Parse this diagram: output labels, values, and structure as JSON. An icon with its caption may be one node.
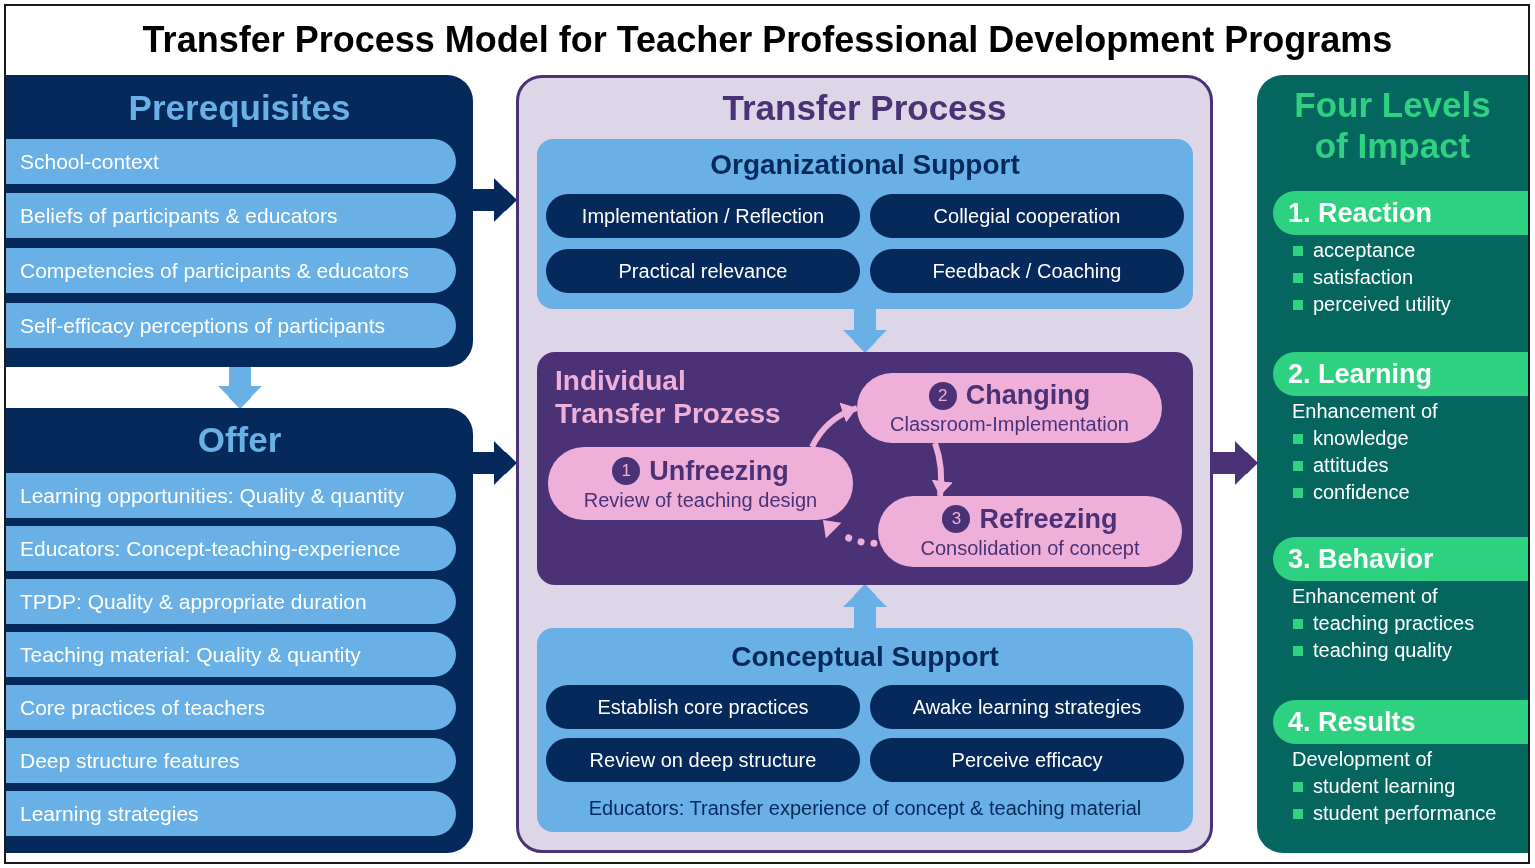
{
  "diagram": {
    "title": "Transfer Process Model for Teacher Professional Development Programs",
    "nodes": [
      {
        "text": [
          "Prerequisites"
        ]
      },
      {
        "text": [
          "School-context"
        ],
        "in": 0
      },
      {
        "text": [
          "Beliefs of participants & educators"
        ],
        "in": 0
      },
      {
        "text": [
          "Competencies of participants & educators"
        ],
        "in": 0
      },
      {
        "text": [
          "Self-efficacy perceptions of participants"
        ],
        "in": 0
      },
      {
        "text": [
          "Offer"
        ]
      },
      {
        "text": [
          "Learning opportunities: Quality & quantity"
        ],
        "in": 5
      },
      {
        "text": [
          "Educators: Concept-teaching-experience"
        ],
        "in": 5
      },
      {
        "text": [
          "TPDP: Quality & appropriate duration"
        ],
        "in": 5
      },
      {
        "text": [
          "Teaching material: Quality & quantity"
        ],
        "in": 5
      },
      {
        "text": [
          "Core practices of teachers"
        ],
        "in": 5
      },
      {
        "text": [
          "Deep structure features"
        ],
        "in": 5
      },
      {
        "text": [
          "Learning strategies"
        ],
        "in": 5
      },
      {
        "text": [
          "Transfer Process"
        ]
      },
      {
        "text": [
          "Organizational Support"
        ],
        "in": 13
      },
      {
        "text": [
          "Implementation / Reflection"
        ],
        "in": 14
      },
      {
        "text": [
          "Collegial cooperation"
        ],
        "in": 14
      },
      {
        "text": [
          "Practical relevance"
        ],
        "in": 14
      },
      {
        "text": [
          "Feedback / Coaching"
        ],
        "in": 14
      },
      {
        "text": [
          "Individual Transfer Prozess"
        ],
        "in": 13
      },
      {
        "text": [
          "1",
          "Unfreezing",
          "Review of teaching design"
        ],
        "in": 19
      },
      {
        "text": [
          "2",
          "Changing",
          "Classroom-Implementation"
        ],
        "in": 19
      },
      {
        "text": [
          "3",
          "Refreezing",
          "Consolidation of concept"
        ],
        "in": 19
      },
      {
        "text": [
          "Conceptual Support",
          "Educators: Transfer experience of concept & teaching material"
        ],
        "in": 13
      },
      {
        "text": [
          "Establish core practices"
        ],
        "in": 23
      },
      {
        "text": [
          "Awake learning strategies"
        ],
        "in": 23
      },
      {
        "text": [
          "Review on deep structure"
        ],
        "in": 23
      },
      {
        "text": [
          "Perceive efficacy"
        ],
        "in": 23
      },
      {
        "text": [
          "Four Levels of Impact"
        ]
      },
      {
        "text": [
          "1. Reaction"
        ],
        "in": 28,
        "beside": [
          "acceptance",
          "satisfaction",
          "perceived utility"
        ]
      },
      {
        "text": [
          "2. Learning"
        ],
        "in": 28,
        "beside": [
          "Enhancement of",
          "knowledge",
          "attitudes",
          "confidence"
        ]
      },
      {
        "text": [
          "3. Behavior"
        ],
        "in": 28,
        "beside": [
          "Enhancement of",
          "teaching practices",
          "teaching quality"
        ]
      },
      {
        "text": [
          "4. Results"
        ],
        "in": 28,
        "beside": [
          "Development of",
          "student learning",
          "student performance"
        ]
      }
    ],
    "edges": [
      {
        "from": 0,
        "to": 13,
        "arrow": "to",
        "color": "#04295a"
      },
      {
        "from": 0,
        "to": 5,
        "arrow": "to",
        "color": "#68b0e5"
      },
      {
        "from": 5,
        "to": 13,
        "arrow": "to",
        "color": "#04295a"
      },
      {
        "from": 14,
        "to": 19,
        "arrow": "to",
        "color": "#68b0e5"
      },
      {
        "from": 23,
        "to": 19,
        "arrow": "to",
        "color": "#68b0e5"
      },
      {
        "from": 13,
        "to": 28,
        "arrow": "to",
        "color": "#4b3276"
      },
      {
        "from": 20,
        "to": 21,
        "arrow": "to",
        "color": "#eeb0d9"
      },
      {
        "from": 21,
        "to": 22,
        "arrow": "to",
        "color": "#eeb0d9"
      },
      {
        "from": 22,
        "to": 20,
        "arrow": "to",
        "style": "dashed",
        "color": "#eeb0d9"
      }
    ]
  }
}
